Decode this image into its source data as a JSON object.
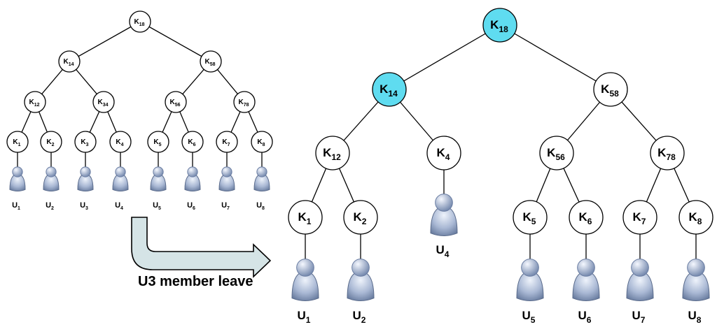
{
  "colors": {
    "highlight": "#5fdcf0",
    "node_fill": "#ffffff",
    "stroke": "#000000",
    "user_body": "#8ea0c0",
    "user_body_light": "#e4ebf7",
    "arrow_fill": "#d5e4e6"
  },
  "icons": {
    "user": "user-icon",
    "arrow": "bent-arrow-icon"
  },
  "before_tree": {
    "nodes": [
      {
        "id": "b18",
        "base": "K",
        "sub": "18",
        "parent": null
      },
      {
        "id": "b14",
        "base": "K",
        "sub": "14",
        "parent": "b18"
      },
      {
        "id": "b58",
        "base": "K",
        "sub": "58",
        "parent": "b18"
      },
      {
        "id": "b12",
        "base": "K",
        "sub": "12",
        "parent": "b14"
      },
      {
        "id": "b34",
        "base": "K",
        "sub": "34",
        "parent": "b14"
      },
      {
        "id": "b56",
        "base": "K",
        "sub": "56",
        "parent": "b58"
      },
      {
        "id": "b78",
        "base": "K",
        "sub": "78",
        "parent": "b58"
      },
      {
        "id": "b1",
        "base": "K",
        "sub": "1",
        "parent": "b12"
      },
      {
        "id": "b2",
        "base": "K",
        "sub": "2",
        "parent": "b12"
      },
      {
        "id": "b3",
        "base": "K",
        "sub": "3",
        "parent": "b34"
      },
      {
        "id": "b4",
        "base": "K",
        "sub": "4",
        "parent": "b34"
      },
      {
        "id": "b5",
        "base": "K",
        "sub": "5",
        "parent": "b56"
      },
      {
        "id": "b6",
        "base": "K",
        "sub": "6",
        "parent": "b56"
      },
      {
        "id": "b7",
        "base": "K",
        "sub": "7",
        "parent": "b78"
      },
      {
        "id": "b8",
        "base": "K",
        "sub": "8",
        "parent": "b78"
      }
    ],
    "users": [
      {
        "key": "b1",
        "base": "U",
        "sub": "1"
      },
      {
        "key": "b2",
        "base": "U",
        "sub": "2"
      },
      {
        "key": "b3",
        "base": "U",
        "sub": "3"
      },
      {
        "key": "b4",
        "base": "U",
        "sub": "4"
      },
      {
        "key": "b5",
        "base": "U",
        "sub": "5"
      },
      {
        "key": "b6",
        "base": "U",
        "sub": "6"
      },
      {
        "key": "b7",
        "base": "U",
        "sub": "7"
      },
      {
        "key": "b8",
        "base": "U",
        "sub": "8"
      }
    ]
  },
  "after_tree": {
    "nodes": [
      {
        "id": "a18",
        "base": "K",
        "sub": "18",
        "parent": null,
        "highlight": true
      },
      {
        "id": "a14",
        "base": "K",
        "sub": "14",
        "parent": "a18",
        "highlight": true
      },
      {
        "id": "a58",
        "base": "K",
        "sub": "58",
        "parent": "a18"
      },
      {
        "id": "a12",
        "base": "K",
        "sub": "12",
        "parent": "a14"
      },
      {
        "id": "a4",
        "base": "K",
        "sub": "4",
        "parent": "a14"
      },
      {
        "id": "a56",
        "base": "K",
        "sub": "56",
        "parent": "a58"
      },
      {
        "id": "a78",
        "base": "K",
        "sub": "78",
        "parent": "a58"
      },
      {
        "id": "a1",
        "base": "K",
        "sub": "1",
        "parent": "a12"
      },
      {
        "id": "a2",
        "base": "K",
        "sub": "2",
        "parent": "a12"
      },
      {
        "id": "a5",
        "base": "K",
        "sub": "5",
        "parent": "a56"
      },
      {
        "id": "a6",
        "base": "K",
        "sub": "6",
        "parent": "a56"
      },
      {
        "id": "a7",
        "base": "K",
        "sub": "7",
        "parent": "a78"
      },
      {
        "id": "a8",
        "base": "K",
        "sub": "8",
        "parent": "a78"
      }
    ],
    "users": [
      {
        "key": "a1",
        "base": "U",
        "sub": "1"
      },
      {
        "key": "a2",
        "base": "U",
        "sub": "2"
      },
      {
        "key": "a4",
        "base": "U",
        "sub": "4"
      },
      {
        "key": "a5",
        "base": "U",
        "sub": "5"
      },
      {
        "key": "a6",
        "base": "U",
        "sub": "6"
      },
      {
        "key": "a7",
        "base": "U",
        "sub": "7"
      },
      {
        "key": "a8",
        "base": "U",
        "sub": "8"
      }
    ]
  },
  "caption": "U3 member leave"
}
